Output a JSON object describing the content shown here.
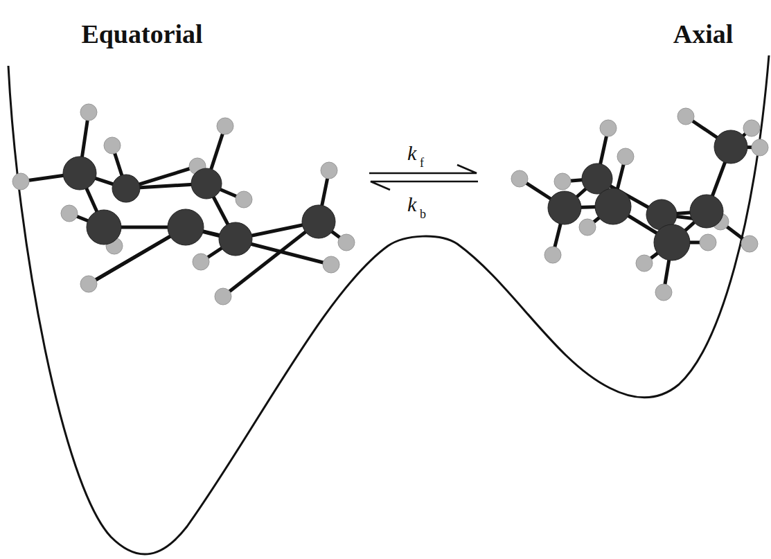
{
  "diagram": {
    "labels": [
      "Equatorial",
      "Axial",
      "k",
      "f",
      "k",
      "b"
    ]
  }
}
